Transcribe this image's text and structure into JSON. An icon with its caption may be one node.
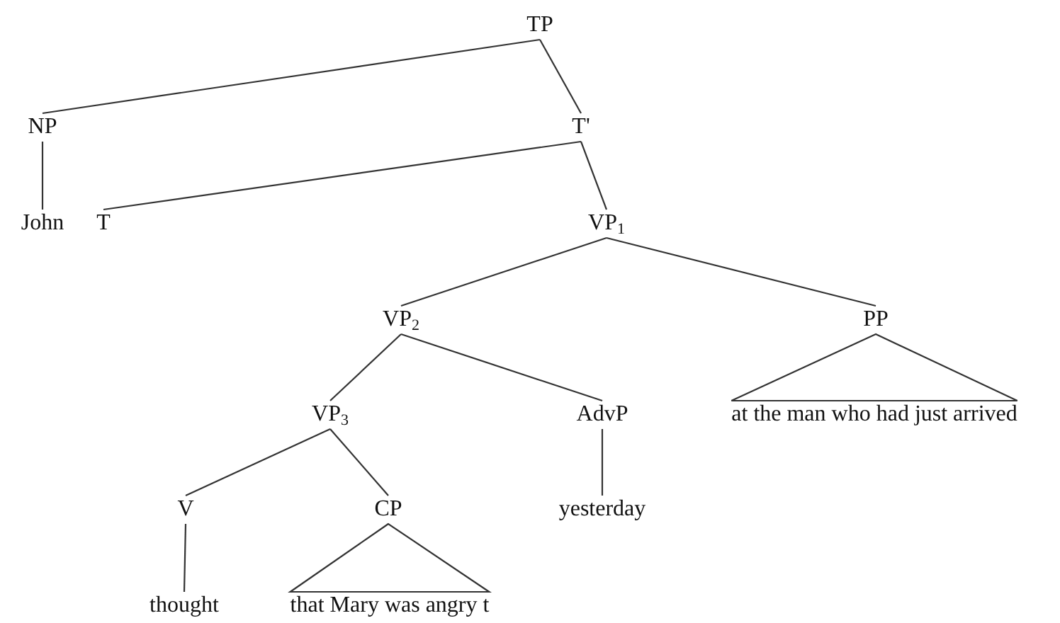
{
  "diagram": {
    "nodes": [
      {
        "text": [
          "TP"
        ]
      },
      {
        "text": [
          "NP"
        ]
      },
      {
        "text": [
          "T'"
        ]
      },
      {
        "text": [
          "John"
        ]
      },
      {
        "text": [
          "T"
        ]
      },
      {
        "text": [
          "VP$_{1}$"
        ]
      },
      {
        "text": [
          "VP$_{2}$"
        ]
      },
      {
        "text": [
          "PP"
        ]
      },
      {
        "text": [
          "VP$_{3}$"
        ]
      },
      {
        "text": [
          "AdvP"
        ]
      },
      {
        "text": [
          "at the man who had just arrived"
        ]
      },
      {
        "text": [
          "V"
        ]
      },
      {
        "text": [
          "CP"
        ]
      },
      {
        "text": [
          "yesterday"
        ]
      },
      {
        "text": [
          "thought"
        ]
      },
      {
        "text": [
          "that Mary was angry t"
        ]
      }
    ],
    "edges": [
      {
        "from": 0,
        "to": 1,
        "arrow": "none"
      },
      {
        "from": 0,
        "to": 2,
        "arrow": "none"
      },
      {
        "from": 1,
        "to": 3,
        "arrow": "none"
      },
      {
        "from": 2,
        "to": 4,
        "arrow": "none"
      },
      {
        "from": 2,
        "to": 5,
        "arrow": "none"
      },
      {
        "from": 5,
        "to": 6,
        "arrow": "none"
      },
      {
        "from": 5,
        "to": 7,
        "arrow": "none"
      },
      {
        "from": 6,
        "to": 8,
        "arrow": "none"
      },
      {
        "from": 6,
        "to": 9,
        "arrow": "none"
      },
      {
        "from": 7,
        "to": 10,
        "arrow": "none"
      },
      {
        "from": 8,
        "to": 11,
        "arrow": "none"
      },
      {
        "from": 8,
        "to": 12,
        "arrow": "none"
      },
      {
        "from": 9,
        "to": 13,
        "arrow": "none"
      },
      {
        "from": 11,
        "to": 14,
        "arrow": "none"
      },
      {
        "from": 12,
        "to": 15,
        "arrow": "none"
      }
    ]
  }
}
